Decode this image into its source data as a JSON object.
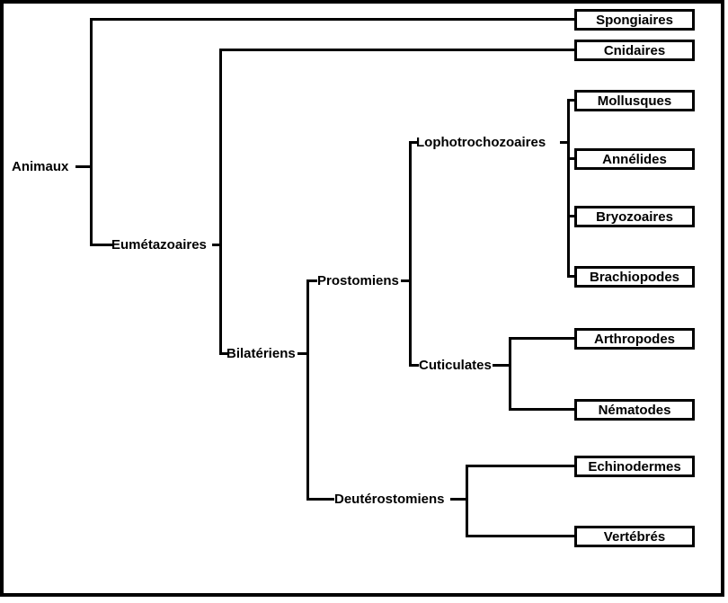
{
  "diagram": {
    "type": "cladogram",
    "language": "fr",
    "labels": {
      "animaux": "Animaux",
      "eumetazoaires": "Eumétazoaires",
      "bilateriens": "Bilatériens",
      "prostomiens": "Prostomiens",
      "lophotrochozoaires": "Lophotrochozoaires",
      "cuticulates": "Cuticulates",
      "deuterostomiens": "Deutérostomiens",
      "spongiaires": "Spongiaires",
      "cnidaires": "Cnidaires",
      "mollusques": "Mollusques",
      "annelides": "Annélides",
      "bryozoaires": "Bryozoaires",
      "brachiopodes": "Brachiopodes",
      "arthropodes": "Arthropodes",
      "nematodes": "Nématodes",
      "echinodermes": "Echinodermes",
      "vertebres": "Vertébrés"
    },
    "hierarchy": {
      "Animaux": {
        "Spongiaires": {},
        "Eumétazoaires": {
          "Cnidaires": {},
          "Bilatériens": {
            "Prostomiens": {
              "Lophotrochozoaires": {
                "Mollusques": {},
                "Annélides": {},
                "Bryozoaires": {},
                "Brachiopodes": {}
              },
              "Cuticulates": {
                "Arthropodes": {},
                "Nématodes": {}
              }
            },
            "Deutérostomiens": {
              "Echinodermes": {},
              "Vertébrés": {}
            }
          }
        }
      }
    },
    "colors": {
      "line": "#000000",
      "background": "#ffffff",
      "text": "#000000"
    }
  }
}
